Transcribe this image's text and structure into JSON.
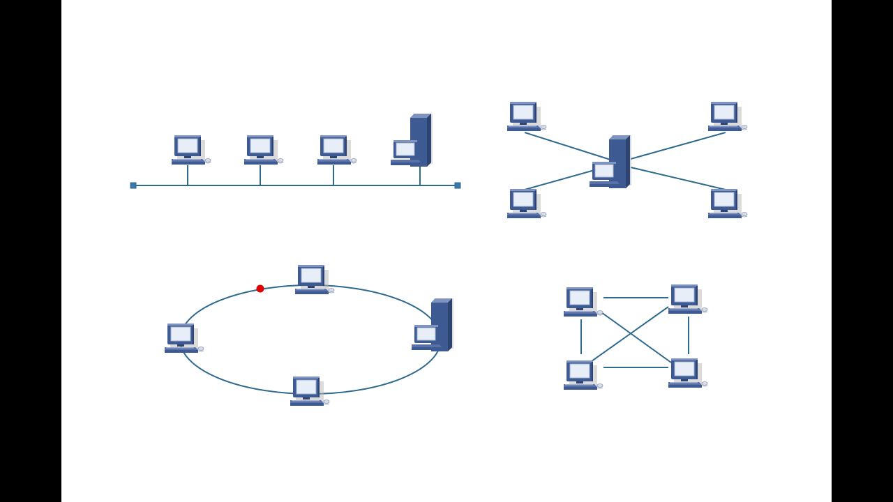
{
  "diagrams": [
    {
      "topology": "bus",
      "nodes": [
        "workstation",
        "workstation",
        "workstation",
        "server"
      ]
    },
    {
      "topology": "star",
      "nodes": [
        "server",
        "workstation",
        "workstation",
        "workstation",
        "workstation"
      ]
    },
    {
      "topology": "ring",
      "nodes": [
        "workstation",
        "workstation",
        "workstation",
        "server"
      ],
      "token_color": "#e00000"
    },
    {
      "topology": "mesh",
      "nodes": [
        "workstation",
        "workstation",
        "workstation",
        "workstation"
      ]
    }
  ],
  "colors": {
    "link": "#2e6a8e",
    "computer_body": "#3e5a92",
    "computer_light": "#7f93c0",
    "screen": "#e8eef7",
    "background": "#ffffff",
    "letterbox": "#000000"
  }
}
